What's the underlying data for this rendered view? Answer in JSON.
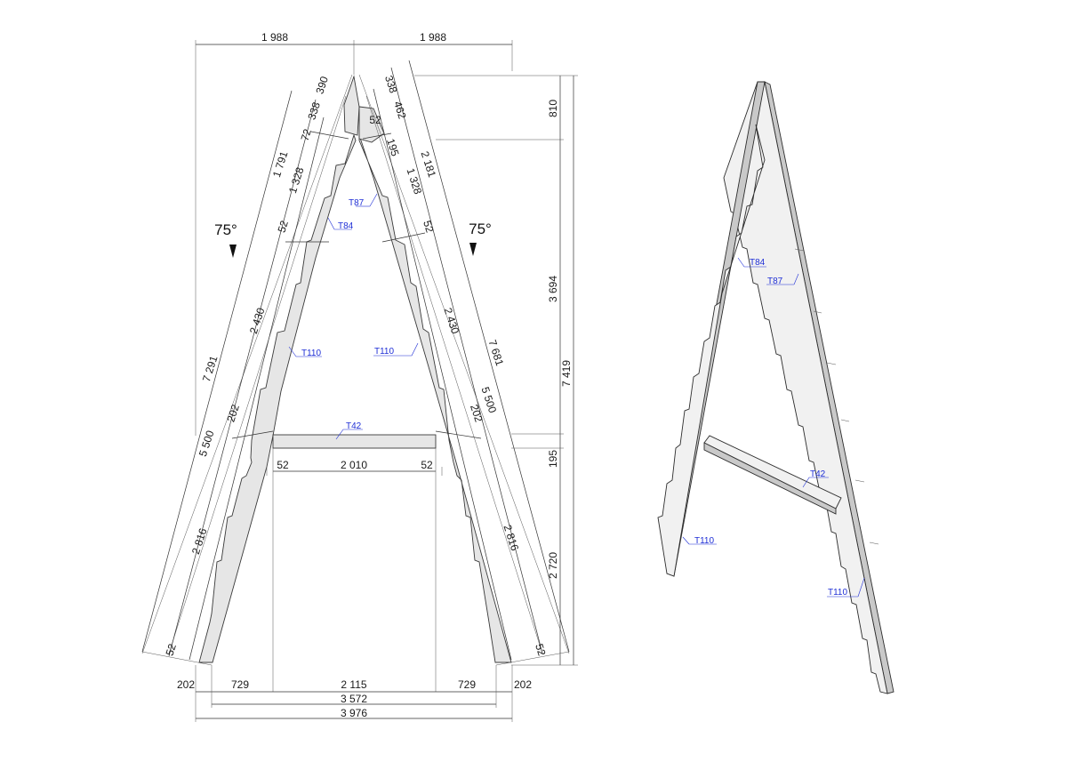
{
  "front_view": {
    "top_dims": [
      "1 988",
      "1 988"
    ],
    "right_dims": [
      "810",
      "3 694",
      "7 419",
      "195",
      "2 720"
    ],
    "left_leg_dims": [
      "390",
      "338",
      "72",
      "1 791",
      "1 328",
      "52",
      "2 430",
      "7 291",
      "202",
      "5 500",
      "2 816",
      "52"
    ],
    "right_leg_dims": [
      "338",
      "462",
      "52",
      "195",
      "2 181",
      "1 328",
      "52",
      "2 430",
      "7 681",
      "5 500",
      "202",
      "2 816",
      "52"
    ],
    "crossbar_dims": [
      "52",
      "2 010",
      "52"
    ],
    "bottom_dims": {
      "row1": [
        "202",
        "729",
        "2 115",
        "729",
        "202"
      ],
      "row2": "3 572",
      "row3": "3 976"
    },
    "angles": [
      "75°",
      "75°"
    ],
    "tags": [
      "T87",
      "T84",
      "T110",
      "T110",
      "T42"
    ]
  },
  "iso_view": {
    "tags": [
      "T84",
      "T87",
      "T42",
      "T110",
      "T110"
    ]
  }
}
